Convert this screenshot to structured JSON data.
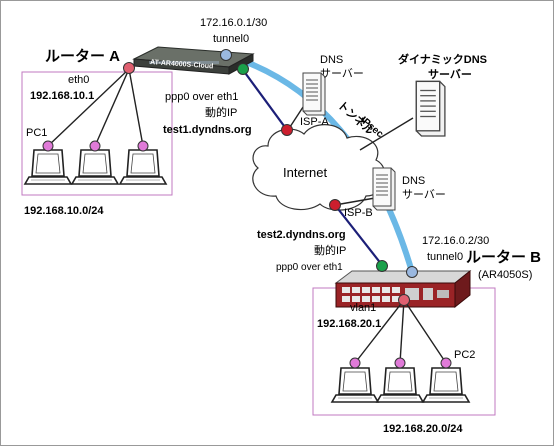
{
  "labels": {
    "router_a": "ルーター A",
    "router_a_model": "AT-AR4000S-Cloud",
    "router_a_eth0": "eth0",
    "router_a_eth0_ip": "192.168.10.1",
    "router_a_tunnel_ip": "172.16.0.1/30",
    "router_a_tunnel": "tunnel0",
    "router_a_ppp": "ppp0 over eth1",
    "router_a_dynamic_ip": "動的IP",
    "router_a_ddns": "test1.dyndns.org",
    "pc1": "PC1",
    "lan_a_net": "192.168.10.0/24",
    "dns_a_1": "DNS",
    "dns_a_2": "サーバー",
    "ddns_server_1": "ダイナミックDNS",
    "ddns_server_2": "サーバー",
    "ipsec_1": "IPsec",
    "ipsec_2": "トンネル",
    "isp_a": "ISP-A",
    "internet": "Internet",
    "dns_b_1": "DNS",
    "dns_b_2": "サーバー",
    "isp_b": "ISP-B",
    "router_b_ddns": "test2.dyndns.org",
    "router_b_dynamic_ip": "動的IP",
    "router_b_ppp": "ppp0 over eth1",
    "router_b_tunnel_ip": "172.16.0.2/30",
    "router_b_tunnel": "tunnel0",
    "router_b": "ルーター B",
    "router_b_model": "(AR4050S)",
    "router_b_vlan1": "vlan1",
    "router_b_vlan1_ip": "192.168.20.1",
    "pc2": "PC2",
    "lan_b_net": "192.168.20.0/24"
  },
  "colors": {
    "tunnel": "#6bb8e6",
    "wan_link": "#1c1f78",
    "lan_box": "#c07ac0",
    "port_wan": "#cc1e2e",
    "port_ppp": "#1aa04a",
    "port_lan": "#e06070",
    "port_tunnel": "#9ab8e0",
    "pc_port": "#e07ad8"
  }
}
